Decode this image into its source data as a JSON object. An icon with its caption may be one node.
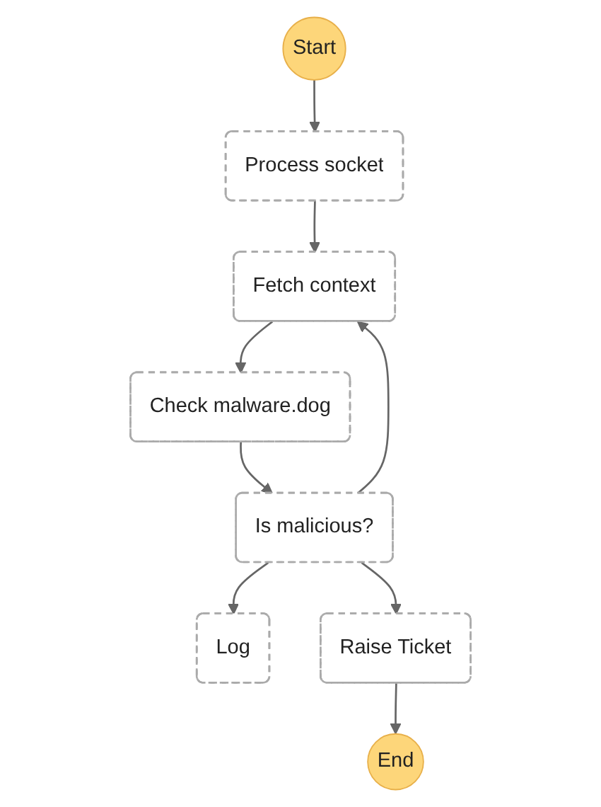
{
  "diagram": {
    "nodes": [
      {
        "text": [
          "Start"
        ]
      },
      {
        "text": [
          "Process socket"
        ]
      },
      {
        "text": [
          "Fetch context"
        ]
      },
      {
        "text": [
          "Check malware.dog"
        ]
      },
      {
        "text": [
          "Is malicious?"
        ]
      },
      {
        "text": [
          "Log"
        ]
      },
      {
        "text": [
          "Raise Ticket"
        ]
      },
      {
        "text": [
          "End"
        ]
      }
    ],
    "edges": [
      {
        "from": 0,
        "to": 1,
        "arrow": "to"
      },
      {
        "from": 1,
        "to": 2,
        "arrow": "to"
      },
      {
        "from": 2,
        "to": 3,
        "arrow": "to"
      },
      {
        "from": 3,
        "to": 4,
        "arrow": "to"
      },
      {
        "from": 4,
        "to": 2,
        "arrow": "to"
      },
      {
        "from": 4,
        "to": 5,
        "arrow": "to"
      },
      {
        "from": 4,
        "to": 6,
        "arrow": "to"
      },
      {
        "from": 6,
        "to": 7,
        "arrow": "to"
      }
    ]
  }
}
